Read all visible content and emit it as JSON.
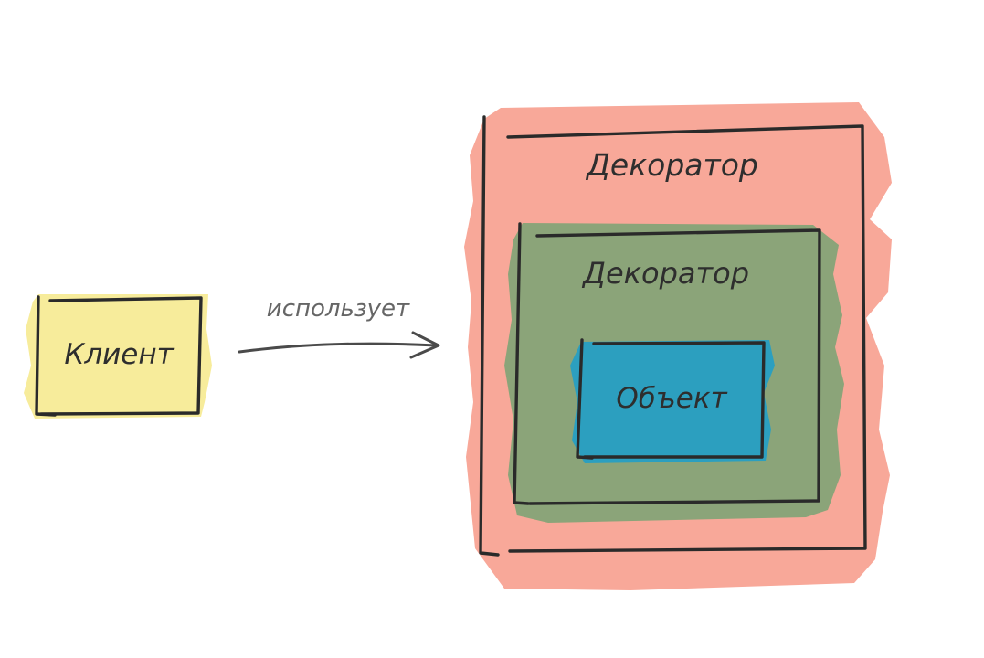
{
  "diagram": {
    "client": {
      "label": "Клиент"
    },
    "arrow": {
      "label": "использует"
    },
    "outer_decorator": {
      "label": "Декоратор"
    },
    "inner_decorator": {
      "label": "Декоратор"
    },
    "object": {
      "label": "Объект"
    }
  },
  "colors": {
    "client_fill": "#f7ec9b",
    "outer_decorator_fill": "#f8a899",
    "inner_decorator_fill": "#8ba479",
    "object_fill": "#2c9fbf",
    "stroke": "#2a2a2a"
  }
}
